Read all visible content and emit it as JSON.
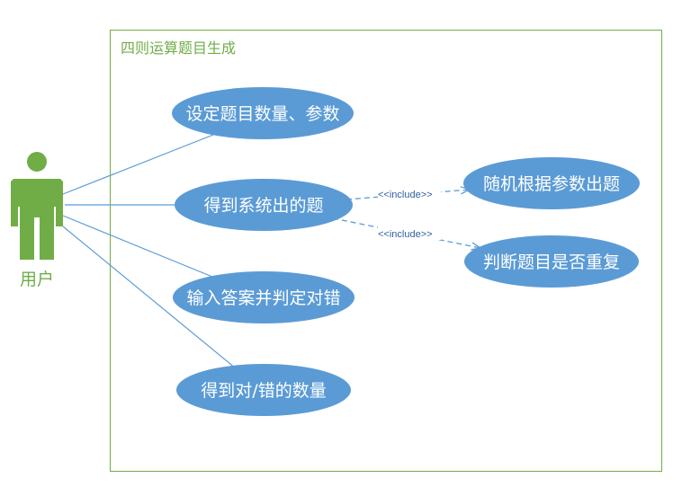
{
  "system": {
    "title": "四则运算题目生成"
  },
  "actor": {
    "label": "用户"
  },
  "use_cases": {
    "uc1": "设定题目数量、参数",
    "uc2": "得到系统出的题",
    "uc3": "输入答案并判定对错",
    "uc4": "得到对/错的数量",
    "uc5": "随机根据参数出题",
    "uc6": "判断题目是否重复"
  },
  "relations": {
    "include1": "<<include>>",
    "include2": "<<include>>"
  },
  "colors": {
    "system_border": "#70ad47",
    "actor": "#70ad47",
    "use_case_fill": "#5b9bd5",
    "line": "#5b9bd5"
  }
}
